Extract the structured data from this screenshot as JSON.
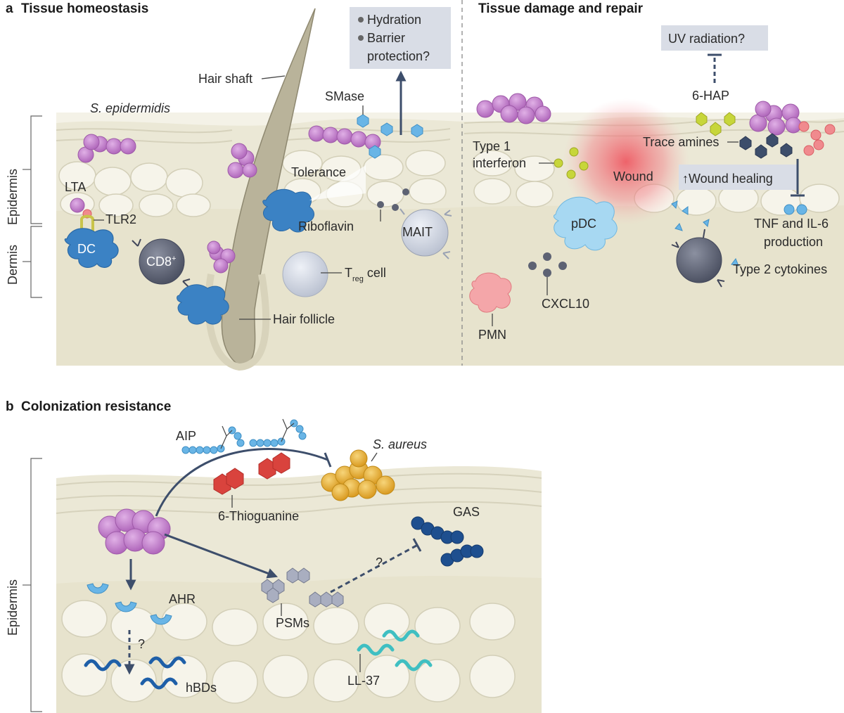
{
  "panel_a": {
    "letter": "a",
    "left_title": "Tissue homeostasis",
    "right_title": "Tissue damage and repair",
    "axis": {
      "epidermis": "Epidermis",
      "dermis": "Dermis"
    },
    "labels": {
      "s_epidermidis": "S. epidermidis",
      "lta": "LTA",
      "tlr2": "TLR2",
      "dc": "DC",
      "cd8": "CD8",
      "cd8_sup": "+",
      "hair_shaft": "Hair shaft",
      "hair_follicle": "Hair follicle",
      "smase": "SMase",
      "tolerance": "Tolerance",
      "riboflavin": "Riboflavin",
      "mait": "MAIT",
      "treg_t": "T",
      "treg_sub": "reg",
      "treg_cell": " cell",
      "type1_line1": "Type 1",
      "type1_line2": "interferon",
      "pdc": "pDC",
      "cxcl10": "CXCL10",
      "pmn": "PMN",
      "wound": "Wound",
      "wound_healing": "↑Wound healing",
      "uv": "UV radiation?",
      "six_hap": "6-HAP",
      "trace_amines": "Trace amines",
      "tnf_line1": "TNF and IL-6",
      "tnf_line2": "production",
      "type2": "Type 2 cytokines"
    },
    "box_hydration": {
      "item1": "Hydration",
      "item2_line1": "Barrier",
      "item2_line2": "protection?"
    }
  },
  "panel_b": {
    "letter": "b",
    "title": "Colonization resistance",
    "axis": {
      "epidermis": "Epidermis"
    },
    "labels": {
      "aip": "AIP",
      "s_aureus": "S. aureus",
      "thioguanine": "6-Thioguanine",
      "gas": "GAS",
      "question1": "?",
      "question2": "?",
      "ahr": "AHR",
      "psms": "PSMs",
      "hbds": "hBDs",
      "ll37": "LL-37"
    }
  },
  "colors": {
    "tissue": "#ece9d8",
    "tissue_light": "#f4f2e7",
    "cell_outline": "#d3cfb8",
    "purple_bacteria": "#c07cc8",
    "blue_cell": "#3b82c4",
    "dark_cell": "#5d6273",
    "arrow": "#3d4e6b",
    "box": "#d9dde6",
    "wound_glow": "#ef4b57",
    "yellow_green": "#c7d63a",
    "s_aureus": "#e8b33a",
    "red_molecule": "#d9433d"
  }
}
